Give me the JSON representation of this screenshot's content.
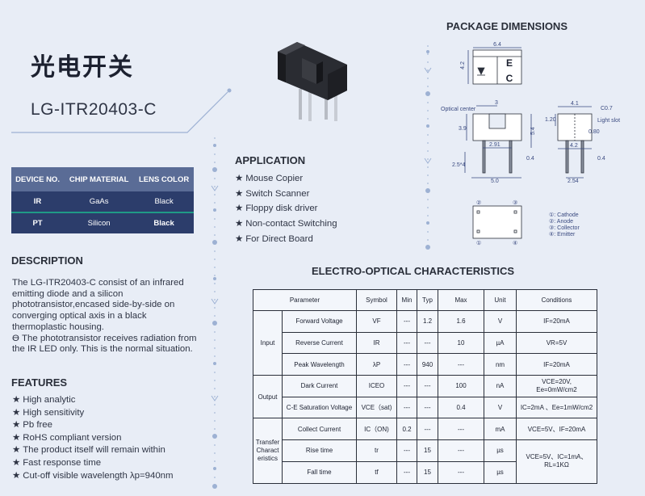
{
  "title_cn": "光电开关",
  "model": "LG-ITR20403-C",
  "material_table": {
    "headers": [
      "DEVICE NO.",
      "CHIP MATERIAL",
      "LENS COLOR"
    ],
    "rows": [
      [
        "IR",
        "GaAs",
        "Black"
      ],
      [
        "PT",
        "Silicon",
        "Black"
      ]
    ]
  },
  "description": {
    "heading": "DESCRIPTION",
    "lines": [
      "The LG-ITR20403-C consist of an infrared",
      "emitting diode and a silicon",
      "phototransistor,encased side-by-side on",
      "converging optical axis in a black",
      "thermoplastic housing.",
      "ϴ The phototransistor receives radiation from",
      "the IR LED only. This is the normal situation."
    ]
  },
  "features": {
    "heading": "FEATURES",
    "items": [
      "High analytic",
      "High sensitivity",
      "Pb free",
      "RoHS compliant version",
      "The product itself will remain within",
      "Fast response time",
      "Cut-off visible wavelength λp=940nm"
    ]
  },
  "application": {
    "heading": "APPLICATION",
    "items": [
      "Mouse Copier",
      "Switch Scanner",
      "Floppy disk driver",
      "Non-contact Switching",
      "For Direct Board"
    ]
  },
  "package": {
    "heading": "PACKAGE DIMENSIONS",
    "labels": {
      "w64": "6.4",
      "h42": "4.2",
      "e": "E",
      "c": "C",
      "optical_center": "Optical center",
      "d3": "3",
      "d39": "3.9",
      "d291": "2.91",
      "d54": "5.4",
      "d254x4": "2.5*4",
      "d50": "5.0",
      "d04a": "0.4",
      "d41": "4.1",
      "c07": "C0.7",
      "d120": "1.20",
      "light_slot": "Light slot",
      "d080": "0.80",
      "d42b": "4.2",
      "d04b": "0.4",
      "d254": "2.54"
    },
    "pins": [
      "①",
      "②",
      "③",
      "④"
    ],
    "pin_legend": [
      "①: Cathode",
      "②: Anode",
      "③: Collector",
      "④: Emitter"
    ]
  },
  "eo": {
    "heading": "ELECTRO-OPTICAL CHARACTERISTICS",
    "headers": [
      "Parameter",
      "Symbol",
      "Min",
      "Typ",
      "Max",
      "Unit",
      "Conditions"
    ],
    "groups": [
      "Input",
      "Output",
      "Transfer\nCharact\neristics"
    ],
    "rows": [
      [
        "Forward Voltage",
        "VF",
        "---",
        "1.2",
        "1.6",
        "V",
        "IF=20mA"
      ],
      [
        "Reverse Current",
        "IR",
        "---",
        "---",
        "10",
        "µA",
        "VR=5V"
      ],
      [
        "Peak Wavelength",
        "λP",
        "---",
        "940",
        "---",
        "nm",
        "IF=20mA"
      ],
      [
        "Dark Current",
        "ICEO",
        "---",
        "---",
        "100",
        "nA",
        "VCE=20V,\nEe=0mW/cm2"
      ],
      [
        "C-E Saturation Voltage",
        "VCE（sat)",
        "---",
        "---",
        "0.4",
        "V",
        "IC=2mA 、Ee=1mW/cm2"
      ],
      [
        "Collect Current",
        "IC（ON)",
        "0.2",
        "---",
        "---",
        "mA",
        "VCE=5V、IF=20mA"
      ],
      [
        "Rise time",
        "tr",
        "---",
        "15",
        "---",
        "µs",
        "VCE=5V、IC=1mA、\nRL=1KΩ"
      ],
      [
        "Fall time",
        "tf",
        "---",
        "15",
        "---",
        "µs",
        ""
      ]
    ]
  },
  "colors": {
    "background": "#e8edf6",
    "table_header": "#5a6c96",
    "table_body": "#2c3d6b",
    "accent_line": "#1f9a86",
    "decor": "#9db1d3"
  }
}
